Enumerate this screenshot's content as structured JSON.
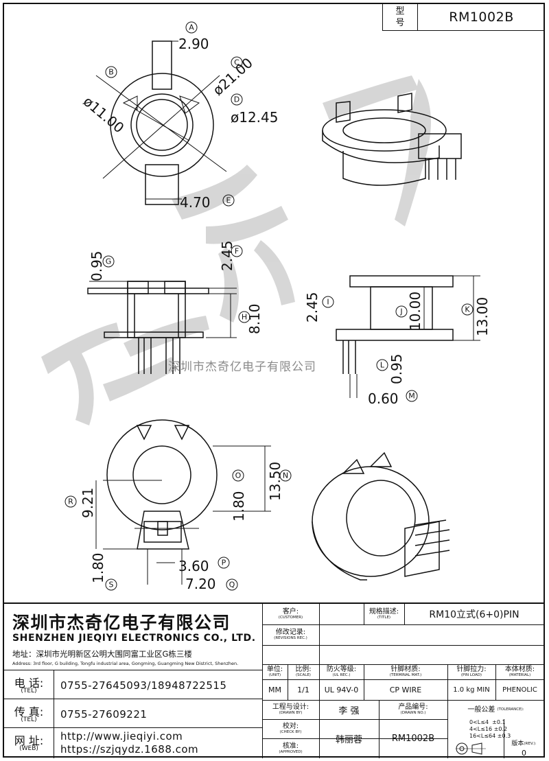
{
  "model": {
    "label_line1": "型",
    "label_line2": "号",
    "value": "RM1002B"
  },
  "watermark": "深圳市杰奇亿电子有限公司",
  "dimensions": {
    "A": "2.90",
    "B": "ø11.00",
    "C": "ø21.00",
    "D": "ø12.45",
    "E": "4.70",
    "F": "2.45",
    "G": "0.95",
    "H": "8.10",
    "I": "2.45",
    "J": "10.00",
    "K": "13.00",
    "L": "0.95",
    "M": "0.60",
    "N": "13.50",
    "O": "1.80",
    "P": "3.60",
    "Q": "7.20",
    "R": "9.21",
    "S": "1.80"
  },
  "dim_letters": [
    "A",
    "B",
    "C",
    "D",
    "E",
    "F",
    "G",
    "H",
    "I",
    "J",
    "K",
    "L",
    "M",
    "N",
    "O",
    "P",
    "Q",
    "R",
    "S"
  ],
  "company": {
    "name_cn": "深圳市杰奇亿电子有限公司",
    "name_en": "SHENZHEN JIEQIYI ELECTRONICS CO., LTD.",
    "address_cn": "地址：深圳市光明新区公明大围同富工业区G栋三楼",
    "address_en": "Address: 3rd floor, G building, Tongfu industrial area, Gongming, Guangming New District, Shenzhen.",
    "tel_label": "电 话:",
    "tel_sub": "(TEL)",
    "tel": "0755-27645093/18948722515",
    "fax_label": "传 真:",
    "fax_sub": "(TEL)",
    "fax": "0755-27609221",
    "web_label": "网 址:",
    "web_sub": "(WEB)",
    "web1": "http://www.jieqiyi.com",
    "web2": "https://szjqydz.1688.com"
  },
  "info": {
    "customer_label": "客户:",
    "customer_sub": "(CUSTOMER)",
    "customer": "",
    "title_label": "规格描述:",
    "title_sub": "(TITLE)",
    "title": "RM10立式(6+0)PIN",
    "rev_rec_label": "修改记录:",
    "rev_rec_sub": "(REVISIONS REC.)",
    "unit_label": "单位:",
    "unit_sub": "(UNIT)",
    "unit": "MM",
    "scale_label": "比例:",
    "scale_sub": "(SCALE)",
    "scale": "1/1",
    "ul_label": "防火等级:",
    "ul_sub": "(UL REC.)",
    "ul": "UL 94V-0",
    "term_label": "针脚材质:",
    "term_sub": "(TERMINAL MAT.)",
    "term": "CP WIRE",
    "pin_label": "针脚拉力:",
    "pin_sub": "(PIN LOAD)",
    "pin": "1.0 kg MIN",
    "mat_label": "本体材质:",
    "mat_sub": "(MATERIAL)",
    "mat": "PHENOLIC",
    "drawn_label": "工程与设计:",
    "drawn_sub": "(DRAWN BY)",
    "drawn": "李 强",
    "prodno_label": "产品编号:",
    "prodno_sub": "(DRAWN NO.)",
    "check_label": "校对:",
    "check_sub": "(CHECK BY)",
    "check": "韩丽蓉",
    "prodno": "RM1002B",
    "appr_label": "核准:",
    "appr_sub": "(APPROVED)",
    "tol_label": "一般公差",
    "tol_sub": "(TOLERANCE):",
    "tol1_range": "0<L≤4",
    "tol1_val": "±0.1",
    "tol2_range": "4<L≤16",
    "tol2_val": "±0.2",
    "tol3_range": "16<L≤64",
    "tol3_val": "±0.3",
    "rev_label": "版本",
    "rev_sub": "(REV.):",
    "rev": "0"
  }
}
